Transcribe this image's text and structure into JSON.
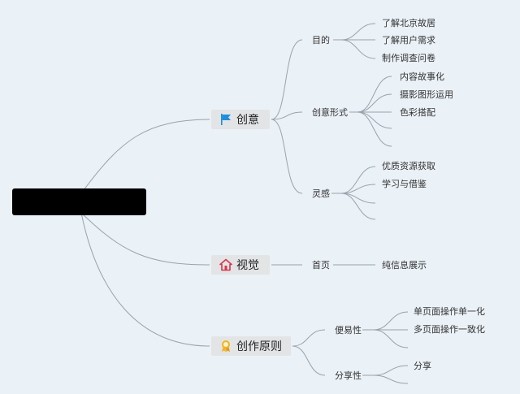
{
  "root": {
    "label": ""
  },
  "branches": {
    "creative": {
      "label": "创意",
      "icon": "blue-flag-icon",
      "children": {
        "purpose": {
          "label": "目的",
          "leaves": [
            "了解北京故居",
            "了解用户需求",
            "制作调查问卷"
          ]
        },
        "form": {
          "label": "创意形式",
          "leaves": [
            "内容故事化",
            "摄影图形运用",
            "色彩搭配"
          ]
        },
        "inspiration": {
          "label": "灵感",
          "leaves": [
            "优质资源获取",
            "学习与借鉴"
          ]
        }
      }
    },
    "visual": {
      "label": "视觉",
      "icon": "house-icon",
      "children": {
        "home": {
          "label": "首页",
          "leaves": [
            "纯信息展示"
          ]
        }
      }
    },
    "principles": {
      "label": "创作原则",
      "icon": "award-medal-icon",
      "children": {
        "ease": {
          "label": "便易性",
          "leaves": [
            "单页面操作单一化",
            "多页面操作一致化"
          ]
        },
        "share": {
          "label": "分享性",
          "leaves": [
            "分享"
          ]
        }
      }
    }
  },
  "colors": {
    "background": "#eaf1f7",
    "line": "#9aa2ab",
    "topic": "#e3e4e6",
    "flag": "#1f8fdc",
    "house": "#d9364a",
    "medal": "#f0b323"
  }
}
